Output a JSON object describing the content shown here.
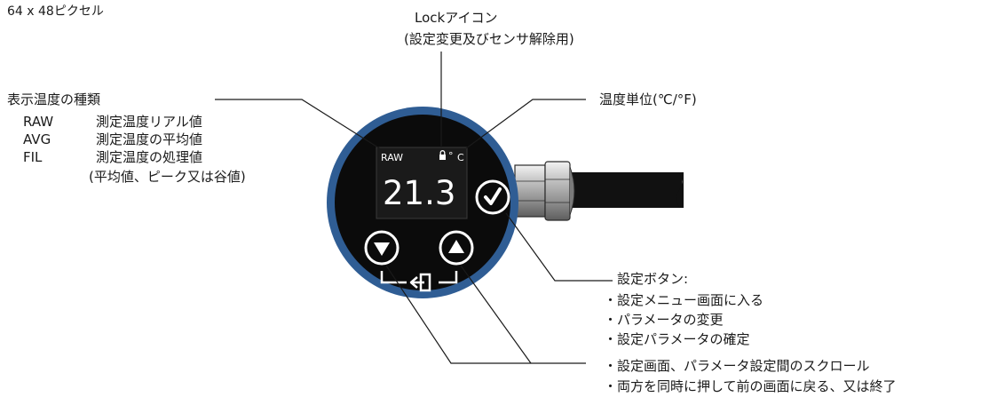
{
  "pixel_label": "64 x 48ピクセル",
  "lock_label": {
    "line1": "Lockアイコン",
    "line2": "(設定変更及びセンサ解除用)"
  },
  "temp_type": {
    "title": "表示温度の種類",
    "rows": [
      {
        "code": "RAW",
        "desc": "測定温度リアル値"
      },
      {
        "code": "AVG",
        "desc": "測定温度の平均値"
      },
      {
        "code": "FIL",
        "desc": "測定温度の処理値"
      }
    ],
    "note": "(平均値、ピーク又は谷値)"
  },
  "unit_label": "温度単位(℃/°F)",
  "screen": {
    "mode": "RAW",
    "degree": "°",
    "unit": "C",
    "value": "21.3"
  },
  "set_button": {
    "title": "設定ボタン:",
    "items": [
      "・設定メニュー画面に入る",
      "・パラメータの変更",
      "・設定パラメータの確定"
    ]
  },
  "arrow_buttons": {
    "items": [
      "・設定画面、パラメータ設定間のスクロール",
      "・両方を同時に押して前の画面に戻る、又は終了"
    ]
  },
  "colors": {
    "ring": "#2f5d94",
    "body": "#0b0b0b",
    "screen": "#1a1a1a",
    "cable": "#111111",
    "gland": "#8a8a8a"
  }
}
